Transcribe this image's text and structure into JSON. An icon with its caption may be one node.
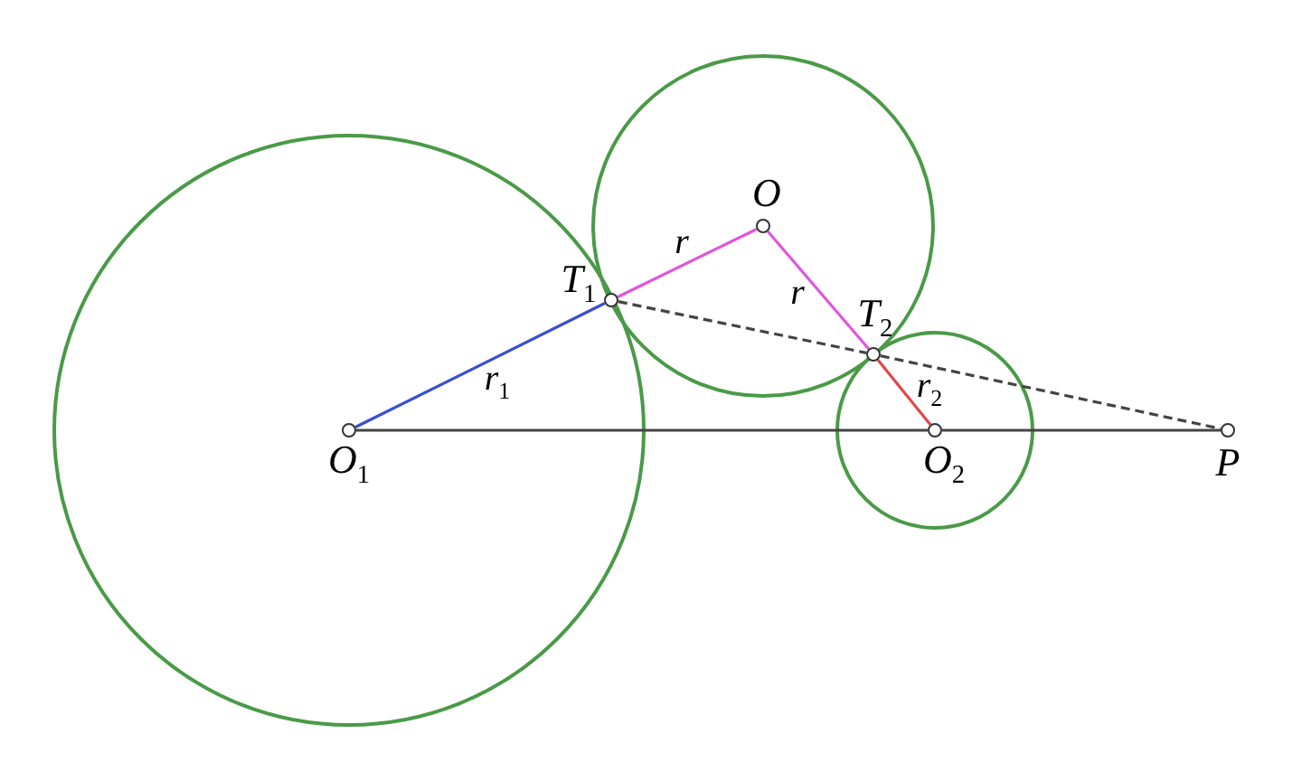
{
  "diagram": {
    "nodes": [
      {
        "text": [],
        "shape": "circle",
        "beside": [
          "O"
        ]
      },
      {
        "text": [],
        "shape": "circle",
        "beside": [
          "T$_{1}$"
        ]
      },
      {
        "text": [],
        "shape": "circle",
        "beside": [
          "T$_{2}$"
        ]
      },
      {
        "text": [],
        "shape": "circle",
        "beside": [
          "O$_{1}$"
        ]
      },
      {
        "text": [],
        "shape": "circle",
        "beside": [
          "O$_{2}$"
        ]
      },
      {
        "text": [],
        "shape": "circle",
        "beside": [
          "P"
        ]
      }
    ],
    "edges": [
      {
        "from": 3,
        "to": 1,
        "arrow": "none",
        "label": "r$_{1}$",
        "color": "#3a4fd0"
      },
      {
        "from": 1,
        "to": 0,
        "arrow": "none",
        "label": "r",
        "color": "#e055e0"
      },
      {
        "from": 0,
        "to": 2,
        "arrow": "none",
        "label": "r",
        "color": "#e055e0"
      },
      {
        "from": 2,
        "to": 4,
        "arrow": "none",
        "label": "r$_{2}$",
        "color": "#e04848"
      },
      {
        "from": 3,
        "to": 4,
        "arrow": "none"
      },
      {
        "from": 4,
        "to": 5,
        "arrow": "none"
      },
      {
        "from": 1,
        "to": 2,
        "arrow": "none",
        "style": "dashed"
      },
      {
        "from": 2,
        "to": 5,
        "arrow": "none",
        "style": "dashed"
      }
    ]
  }
}
